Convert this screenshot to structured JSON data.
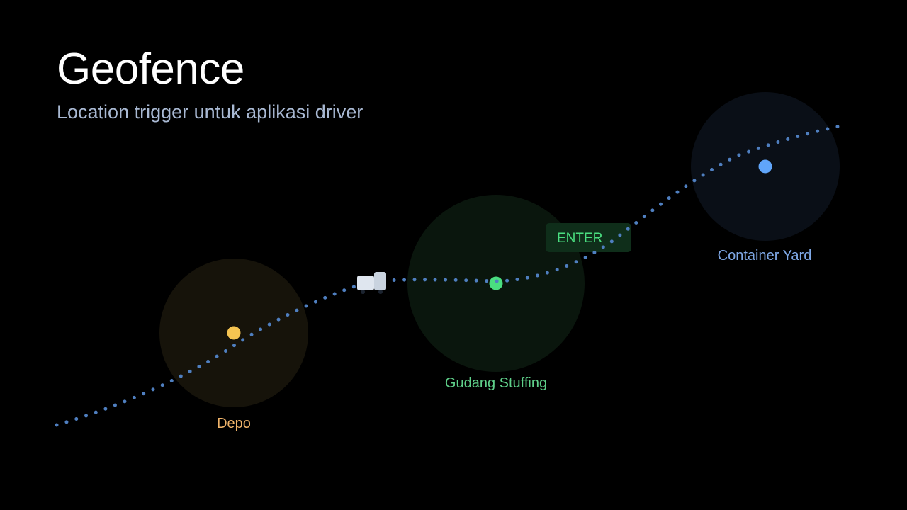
{
  "slide": {
    "title": "Geofence",
    "subtitle": "Location trigger untuk aplikasi driver"
  },
  "zones": [
    {
      "id": "depo",
      "label": "Depo",
      "color": "#f5c451",
      "label_color": "#f0b46a",
      "fill": "#16130a"
    },
    {
      "id": "gudang",
      "label": "Gudang Stuffing",
      "color": "#4ade80",
      "label_color": "#5fd08a",
      "fill": "#0a160d"
    },
    {
      "id": "container-yard",
      "label": "Container Yard",
      "color": "#60a5fa",
      "label_color": "#7fa8e6",
      "fill": "#0a0f17"
    }
  ],
  "event": {
    "label": "ENTER",
    "text_color": "#4ade80",
    "background": "#0f2e1a"
  },
  "route": {
    "color": "#4f7fc0"
  },
  "vehicle": {
    "icon": "truck-icon",
    "color": "#dfe6ef"
  }
}
